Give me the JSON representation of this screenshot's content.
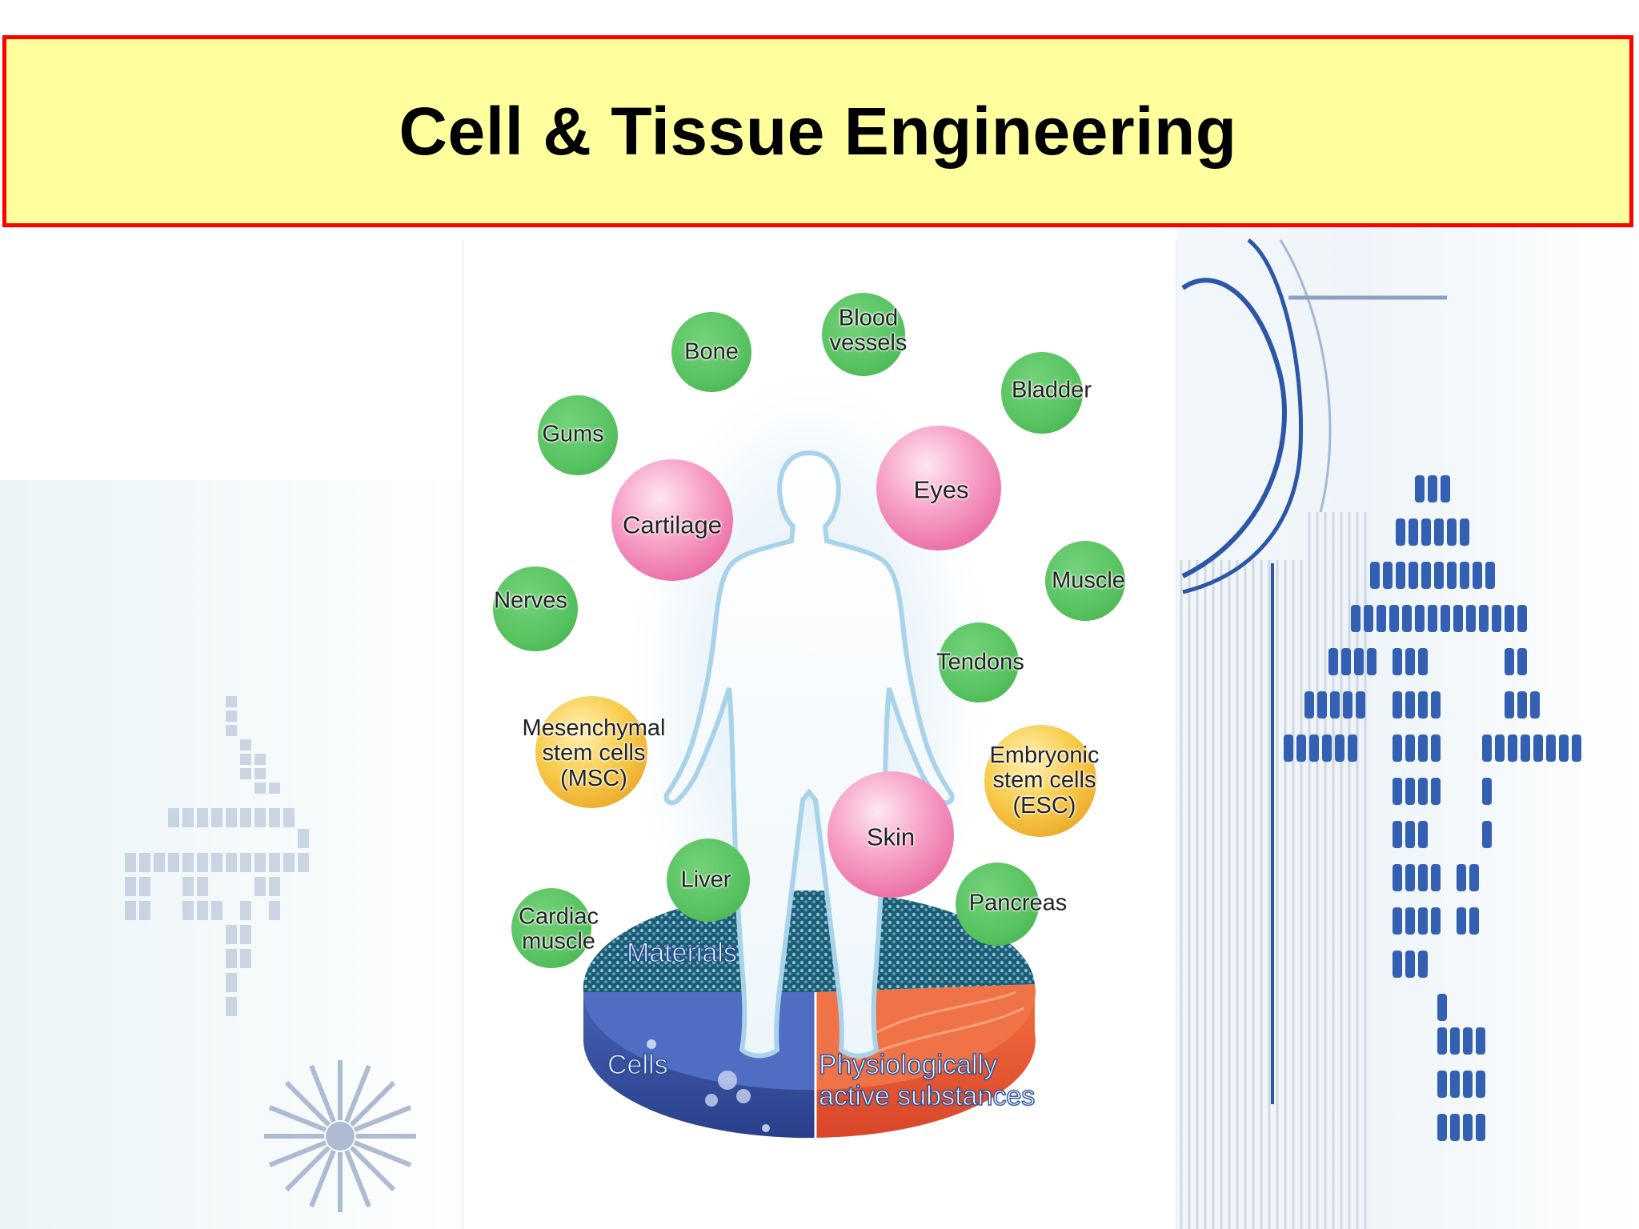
{
  "slide": {
    "title": "Cell & Tissue Engineering"
  },
  "diagram": {
    "bubbles": [
      {
        "key": "bone",
        "label": "Bone",
        "color": "green"
      },
      {
        "key": "blood",
        "label": "Blood\nvessels",
        "color": "green"
      },
      {
        "key": "bladder",
        "label": "Bladder",
        "color": "green"
      },
      {
        "key": "gums",
        "label": "Gums",
        "color": "green"
      },
      {
        "key": "cartilage",
        "label": "Cartilage",
        "color": "pink"
      },
      {
        "key": "eyes",
        "label": "Eyes",
        "color": "pink"
      },
      {
        "key": "nerves",
        "label": "Nerves",
        "color": "green"
      },
      {
        "key": "muscle",
        "label": "Muscle",
        "color": "green"
      },
      {
        "key": "tendons",
        "label": "Tendons",
        "color": "green"
      },
      {
        "key": "msc",
        "label": "Mesenchymal\nstem cells\n(MSC)",
        "color": "gold"
      },
      {
        "key": "esc",
        "label": "Embryonic\nstem cells\n(ESC)",
        "color": "gold"
      },
      {
        "key": "skin",
        "label": "Skin",
        "color": "pink"
      },
      {
        "key": "liver",
        "label": "Liver",
        "color": "green"
      },
      {
        "key": "pancreas",
        "label": "Pancreas",
        "color": "green"
      },
      {
        "key": "cardiac",
        "label": "Cardiac\nmuscle",
        "color": "green"
      }
    ],
    "base": {
      "materials": "Materials",
      "cells": "Cells",
      "substances": "Physiologically\nactive substances"
    }
  },
  "colors": {
    "title_bg": "#ffff9e",
    "title_border": "#ff0000",
    "green": "#57c260",
    "pink": "#ef80b3",
    "gold": "#f3b93a",
    "cells_blue": "#4760b0",
    "substances_orange": "#f2643a",
    "materials_teal": "#2a6f86"
  }
}
